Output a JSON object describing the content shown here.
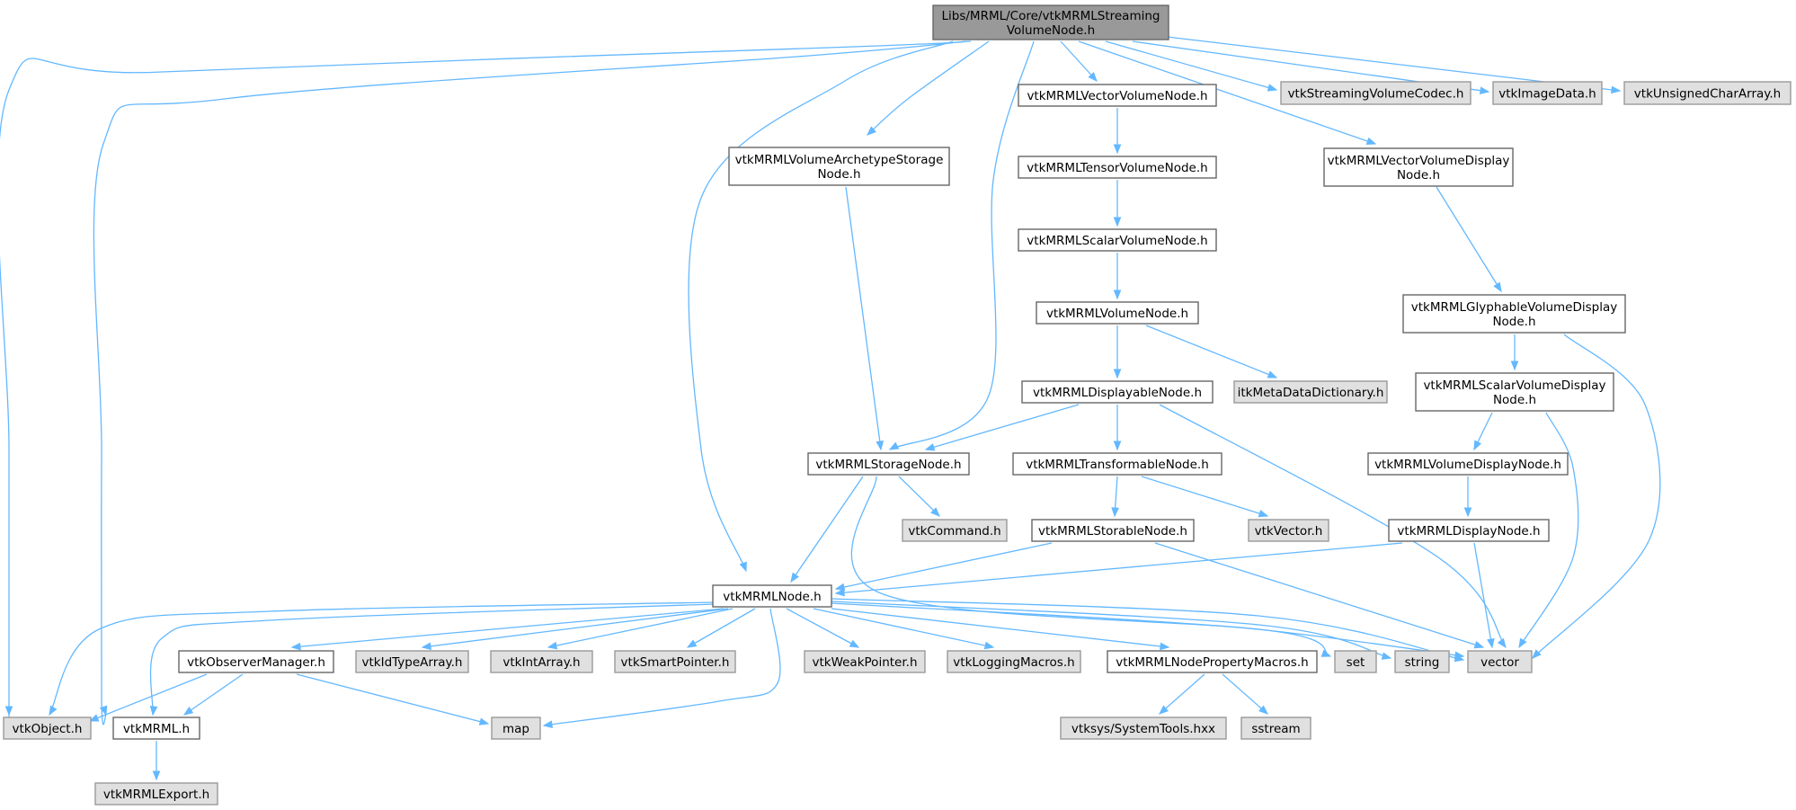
{
  "colors": {
    "edge": "#63b8ff",
    "root_fill": "#999999",
    "root_border": "#666666",
    "documented_fill": "#ffffff",
    "documented_border": "#666666",
    "external_fill": "#e0e0e0",
    "external_border": "#999999"
  },
  "nodes": [
    {
      "id": "root",
      "kind": "root",
      "lines": [
        "Libs/MRML/Core/vtkMRMLStreaming",
        "VolumeNode.h"
      ]
    },
    {
      "id": "vtkObject",
      "kind": "external",
      "lines": [
        "vtkObject.h"
      ]
    },
    {
      "id": "vtkMRML",
      "kind": "documented",
      "lines": [
        "vtkMRML.h"
      ]
    },
    {
      "id": "vtkMRMLExport",
      "kind": "external",
      "lines": [
        "vtkMRMLExport.h"
      ]
    },
    {
      "id": "vtkMRMLNode",
      "kind": "documented",
      "lines": [
        "vtkMRMLNode.h"
      ]
    },
    {
      "id": "vtkMRMLVolumeArchetypeStorageNode",
      "kind": "documented",
      "lines": [
        "vtkMRMLVolumeArchetypeStorage",
        "Node.h"
      ]
    },
    {
      "id": "vtkMRMLStorageNode",
      "kind": "documented",
      "lines": [
        "vtkMRMLStorageNode.h"
      ]
    },
    {
      "id": "vtkMRMLVectorVolumeNode",
      "kind": "documented",
      "lines": [
        "vtkMRMLVectorVolumeNode.h"
      ]
    },
    {
      "id": "vtkMRMLTensorVolumeNode",
      "kind": "documented",
      "lines": [
        "vtkMRMLTensorVolumeNode.h"
      ]
    },
    {
      "id": "vtkMRMLScalarVolumeNode",
      "kind": "documented",
      "lines": [
        "vtkMRMLScalarVolumeNode.h"
      ]
    },
    {
      "id": "vtkMRMLVolumeNode",
      "kind": "documented",
      "lines": [
        "vtkMRMLVolumeNode.h"
      ]
    },
    {
      "id": "vtkMRMLDisplayableNode",
      "kind": "documented",
      "lines": [
        "vtkMRMLDisplayableNode.h"
      ]
    },
    {
      "id": "itkMetaDataDictionary",
      "kind": "external",
      "lines": [
        "itkMetaDataDictionary.h"
      ]
    },
    {
      "id": "vtkMRMLTransformableNode",
      "kind": "documented",
      "lines": [
        "vtkMRMLTransformableNode.h"
      ]
    },
    {
      "id": "vtkMRMLStorableNode",
      "kind": "documented",
      "lines": [
        "vtkMRMLStorableNode.h"
      ]
    },
    {
      "id": "vtkVector",
      "kind": "external",
      "lines": [
        "vtkVector.h"
      ]
    },
    {
      "id": "vtkCommand",
      "kind": "external",
      "lines": [
        "vtkCommand.h"
      ]
    },
    {
      "id": "vtkMRMLVectorVolumeDisplayNode",
      "kind": "documented",
      "lines": [
        "vtkMRMLVectorVolumeDisplay",
        "Node.h"
      ]
    },
    {
      "id": "vtkMRMLGlyphableVolumeDisplayNode",
      "kind": "documented",
      "lines": [
        "vtkMRMLGlyphableVolumeDisplay",
        "Node.h"
      ]
    },
    {
      "id": "vtkMRMLScalarVolumeDisplayNode",
      "kind": "documented",
      "lines": [
        "vtkMRMLScalarVolumeDisplay",
        "Node.h"
      ]
    },
    {
      "id": "vtkMRMLVolumeDisplayNode",
      "kind": "documented",
      "lines": [
        "vtkMRMLVolumeDisplayNode.h"
      ]
    },
    {
      "id": "vtkMRMLDisplayNode",
      "kind": "documented",
      "lines": [
        "vtkMRMLDisplayNode.h"
      ]
    },
    {
      "id": "vtkStreamingVolumeCodec",
      "kind": "external",
      "lines": [
        "vtkStreamingVolumeCodec.h"
      ]
    },
    {
      "id": "vtkImageData",
      "kind": "external",
      "lines": [
        "vtkImageData.h"
      ]
    },
    {
      "id": "vtkUnsignedCharArray",
      "kind": "external",
      "lines": [
        "vtkUnsignedCharArray.h"
      ]
    },
    {
      "id": "vtkObserverManager",
      "kind": "documented",
      "lines": [
        "vtkObserverManager.h"
      ]
    },
    {
      "id": "vtkIdTypeArray",
      "kind": "external",
      "lines": [
        "vtkIdTypeArray.h"
      ]
    },
    {
      "id": "vtkIntArray",
      "kind": "external",
      "lines": [
        "vtkIntArray.h"
      ]
    },
    {
      "id": "vtkSmartPointer",
      "kind": "external",
      "lines": [
        "vtkSmartPointer.h"
      ]
    },
    {
      "id": "vtkWeakPointer",
      "kind": "external",
      "lines": [
        "vtkWeakPointer.h"
      ]
    },
    {
      "id": "vtkLoggingMacros",
      "kind": "external",
      "lines": [
        "vtkLoggingMacros.h"
      ]
    },
    {
      "id": "vtkMRMLNodePropertyMacros",
      "kind": "documented",
      "lines": [
        "vtkMRMLNodePropertyMacros.h"
      ]
    },
    {
      "id": "set",
      "kind": "external",
      "lines": [
        "set"
      ]
    },
    {
      "id": "string",
      "kind": "external",
      "lines": [
        "string"
      ]
    },
    {
      "id": "vector",
      "kind": "external",
      "lines": [
        "vector"
      ]
    },
    {
      "id": "map",
      "kind": "external",
      "lines": [
        "map"
      ]
    },
    {
      "id": "vtksysSystemTools",
      "kind": "external",
      "lines": [
        "vtksys/SystemTools.hxx"
      ]
    },
    {
      "id": "sstream",
      "kind": "external",
      "lines": [
        "sstream"
      ]
    }
  ],
  "edges": [
    [
      "root",
      "vtkObject"
    ],
    [
      "root",
      "vtkMRML"
    ],
    [
      "root",
      "vtkMRMLNode"
    ],
    [
      "root",
      "vtkMRMLVolumeArchetypeStorageNode"
    ],
    [
      "root",
      "vtkMRMLStorageNode"
    ],
    [
      "root",
      "vtkMRMLVectorVolumeNode"
    ],
    [
      "root",
      "vtkMRMLVectorVolumeDisplayNode"
    ],
    [
      "root",
      "vtkStreamingVolumeCodec"
    ],
    [
      "root",
      "vtkImageData"
    ],
    [
      "root",
      "vtkUnsignedCharArray"
    ],
    [
      "vtkMRMLVolumeArchetypeStorageNode",
      "vtkMRMLStorageNode"
    ],
    [
      "vtkMRMLVectorVolumeNode",
      "vtkMRMLTensorVolumeNode"
    ],
    [
      "vtkMRMLTensorVolumeNode",
      "vtkMRMLScalarVolumeNode"
    ],
    [
      "vtkMRMLScalarVolumeNode",
      "vtkMRMLVolumeNode"
    ],
    [
      "vtkMRMLVolumeNode",
      "vtkMRMLDisplayableNode"
    ],
    [
      "vtkMRMLVolumeNode",
      "itkMetaDataDictionary"
    ],
    [
      "vtkMRMLDisplayableNode",
      "vtkMRMLStorageNode"
    ],
    [
      "vtkMRMLDisplayableNode",
      "vtkMRMLTransformableNode"
    ],
    [
      "vtkMRMLDisplayableNode",
      "vector"
    ],
    [
      "vtkMRMLTransformableNode",
      "vtkMRMLStorableNode"
    ],
    [
      "vtkMRMLTransformableNode",
      "vtkVector"
    ],
    [
      "vtkMRMLStorableNode",
      "vtkMRMLNode"
    ],
    [
      "vtkMRMLStorableNode",
      "vector"
    ],
    [
      "vtkMRMLStorageNode",
      "vtkCommand"
    ],
    [
      "vtkMRMLStorageNode",
      "vtkMRMLNode"
    ],
    [
      "vtkMRMLStorageNode",
      "vector"
    ],
    [
      "vtkMRMLVectorVolumeDisplayNode",
      "vtkMRMLGlyphableVolumeDisplayNode"
    ],
    [
      "vtkMRMLGlyphableVolumeDisplayNode",
      "vtkMRMLScalarVolumeDisplayNode"
    ],
    [
      "vtkMRMLGlyphableVolumeDisplayNode",
      "vector"
    ],
    [
      "vtkMRMLScalarVolumeDisplayNode",
      "vtkMRMLVolumeDisplayNode"
    ],
    [
      "vtkMRMLScalarVolumeDisplayNode",
      "vector"
    ],
    [
      "vtkMRMLVolumeDisplayNode",
      "vtkMRMLDisplayNode"
    ],
    [
      "vtkMRMLDisplayNode",
      "vtkMRMLNode"
    ],
    [
      "vtkMRMLDisplayNode",
      "vector"
    ],
    [
      "vtkMRMLNode",
      "vtkObject"
    ],
    [
      "vtkMRMLNode",
      "vtkMRML"
    ],
    [
      "vtkMRMLNode",
      "vtkObserverManager"
    ],
    [
      "vtkMRMLNode",
      "vtkIdTypeArray"
    ],
    [
      "vtkMRMLNode",
      "vtkIntArray"
    ],
    [
      "vtkMRMLNode",
      "vtkSmartPointer"
    ],
    [
      "vtkMRMLNode",
      "vtkWeakPointer"
    ],
    [
      "vtkMRMLNode",
      "vtkLoggingMacros"
    ],
    [
      "vtkMRMLNode",
      "vtkMRMLNodePropertyMacros"
    ],
    [
      "vtkMRMLNode",
      "set"
    ],
    [
      "vtkMRMLNode",
      "string"
    ],
    [
      "vtkMRMLNode",
      "vector"
    ],
    [
      "vtkMRMLNode",
      "map"
    ],
    [
      "vtkObserverManager",
      "vtkObject"
    ],
    [
      "vtkObserverManager",
      "vtkMRML"
    ],
    [
      "vtkObserverManager",
      "map"
    ],
    [
      "vtkMRML",
      "vtkMRMLExport"
    ],
    [
      "vtkMRMLNodePropertyMacros",
      "vtksysSystemTools"
    ],
    [
      "vtkMRMLNodePropertyMacros",
      "sstream"
    ]
  ]
}
